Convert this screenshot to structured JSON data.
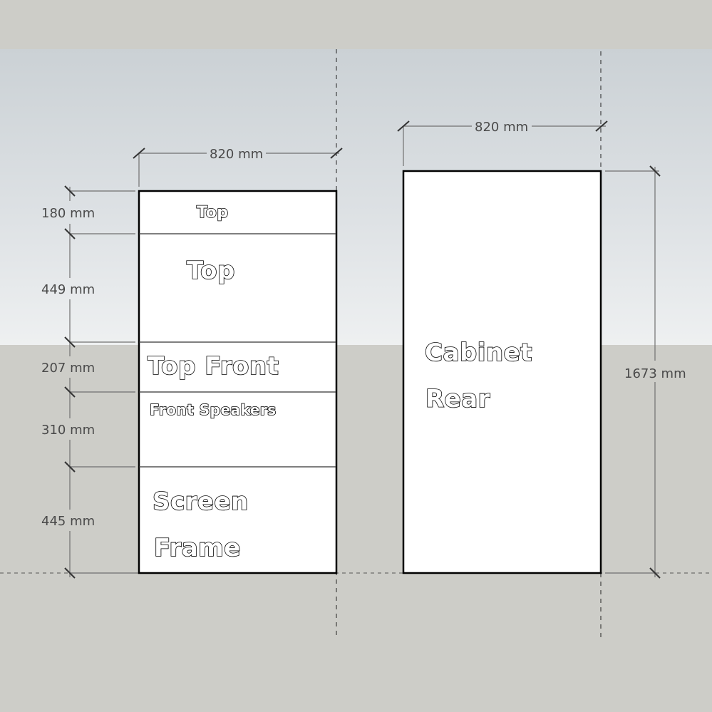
{
  "colors": {
    "sky_top": "#cbd1d5",
    "sky_bottom": "#eef0f1",
    "ground": "#cdcdc8",
    "panel_fill": "#ffffff",
    "panel_stroke": "#000000",
    "dimension_line": "#707070",
    "dimension_text": "#4a4a4a"
  },
  "left_panel": {
    "width_dimension": "820 mm",
    "sections": [
      {
        "label": "Top",
        "height_dimension": "180 mm"
      },
      {
        "label": "Top",
        "height_dimension": "449 mm"
      },
      {
        "label": "Top Front",
        "height_dimension": "207 mm"
      },
      {
        "label": "Front Speakers",
        "height_dimension": "310 mm"
      },
      {
        "label_line1": "Screen",
        "label_line2": "Frame",
        "height_dimension": "445 mm"
      }
    ]
  },
  "right_panel": {
    "width_dimension": "820 mm",
    "height_dimension": "1673 mm",
    "label_line1": "Cabinet",
    "label_line2": "Rear"
  }
}
